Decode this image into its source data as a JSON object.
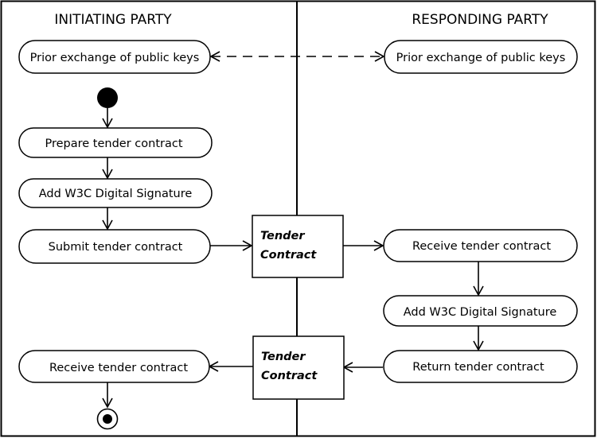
{
  "lanes": {
    "left": "INITIATING PARTY",
    "right": "RESPONDING PARTY"
  },
  "actions": {
    "prior_left": "Prior exchange of public keys",
    "prior_right": "Prior exchange of public keys",
    "prepare": "Prepare tender contract",
    "add_sig_left": "Add W3C Digital Signature",
    "submit": "Submit tender contract",
    "receive_right": "Receive tender contract",
    "add_sig_right": "Add W3C Digital Signature",
    "return": "Return tender contract",
    "receive_left": "Receive tender contract"
  },
  "objects": {
    "obj1_line1": "Tender",
    "obj1_line2": "Contract",
    "obj2_line1": "Tender",
    "obj2_line2": "Contract"
  }
}
